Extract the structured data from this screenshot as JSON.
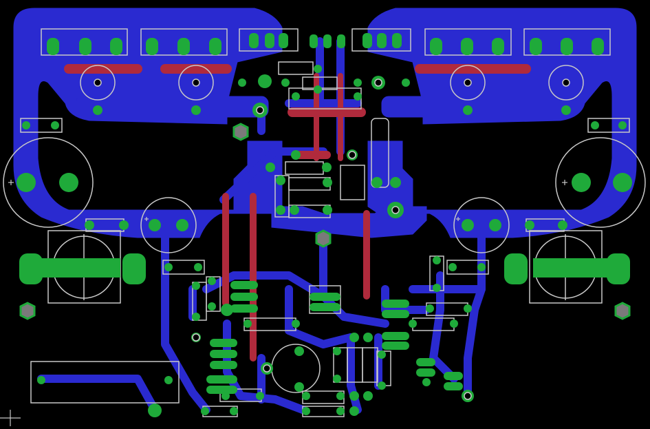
{
  "view": {
    "background": "#000000",
    "copper_bottom": "#2a2ad0",
    "copper_top": "#b02a3c",
    "pad_color": "#1faa3a",
    "silkscreen_color": "#c8c8c8",
    "via_color": "#7a7a7a"
  },
  "board": {
    "components": {
      "output_transistors": 6,
      "driver_transistors": 1,
      "large_electrolytic_caps": 2,
      "heatsink_footprints": 2,
      "small_electrolytic_caps": 4,
      "mounting_holes": 6
    }
  }
}
